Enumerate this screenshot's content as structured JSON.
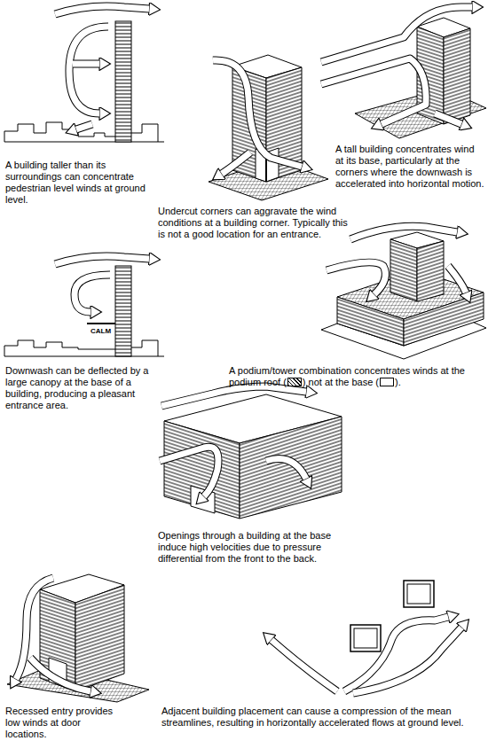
{
  "diagram": {
    "labels": [
      "A building taller than its surroundings can concentrate pedestrian level winds at ground level.",
      "A tall building concentrates wind at its base, particularly at the corners where the downwash is accelerated into horizontal motion.",
      "Undercut corners can aggravate the wind conditions at a building corner. Typically this is not a good location for an entrance.",
      "CALM",
      "Downwash can be deflected by a large canopy at the base of a building, producing a pleasant entrance area.",
      "A podium/tower combination concentrates winds at the podium roof (",
      ") not at the base (",
      ").",
      "Openings through a building at the base induce high velocities due to pressure differential from the front to the back.",
      "Recessed entry provides low winds at door locations.",
      "Adjacent building placement can cause a compression of the mean streamlines, resulting in horizontally accelerated flows at ground level."
    ]
  }
}
